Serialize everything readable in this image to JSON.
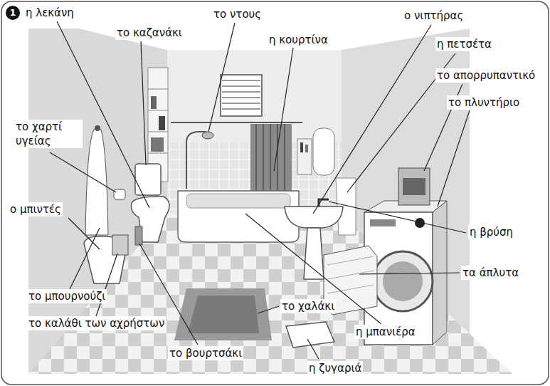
{
  "diagram": {
    "labels": [
      "1",
      "η λεκάνη",
      "το καζανάκι",
      "το ντους",
      "η κουρτίνα",
      "ο νιπτήρας",
      "η πετσέτα",
      "το απορρυπαντικό",
      "το πλυντήριο",
      "το χαρτί υγείας",
      "ο μπιντές",
      "η βρύση",
      "τα άπλυτα",
      "το μπουρνούζι",
      "το καλάθι των αχρήστων",
      "το χαλάκι",
      "η μπανιέρα",
      "το βουρτσάκι",
      "η ζυγαριά"
    ]
  }
}
